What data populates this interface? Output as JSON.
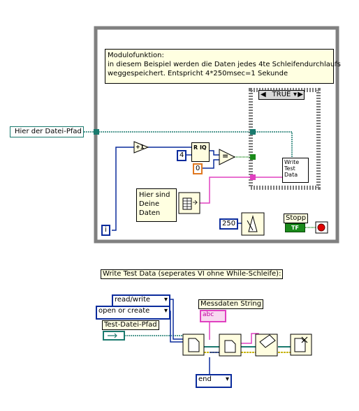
{
  "main_loop": {
    "comment": [
      "Modulofunktion:",
      "in diesem Beispiel werden die Daten jedes 4te Schleifendurchlaufs",
      "weggespeichert. Entspricht 4*250msec=1 Sekunde"
    ],
    "path_control": "Hier der Datei-Pfad",
    "case_label": "TRUE",
    "const_4": "4",
    "const_0": "0",
    "subvi_label": "Write Test Data",
    "data_label": "Hier sind Deine Daten",
    "const_250": "250",
    "stop_label": "Stopp",
    "stop_bool": "TF",
    "iteration": "i",
    "increment": "+1",
    "modulo": "R IQ",
    "equals": "="
  },
  "sub_vi": {
    "title": "Write Test Data (seperates VI ohne While-Schleife):",
    "enum_read_write": "read/write",
    "enum_open_create": "open or create",
    "path_label": "Test-Datei-Pfad",
    "string_label": "Messdaten String",
    "string_const": "abc",
    "enum_end": "end"
  },
  "colors": {
    "loop_border": "#808080",
    "wire_path": "#1a7a6e",
    "wire_numeric": "#0a2b9c",
    "wire_string": "#e040c0",
    "wire_bool": "#1a8a1a",
    "wire_error": "#c8b400",
    "label_bg": "#ffffe1"
  }
}
